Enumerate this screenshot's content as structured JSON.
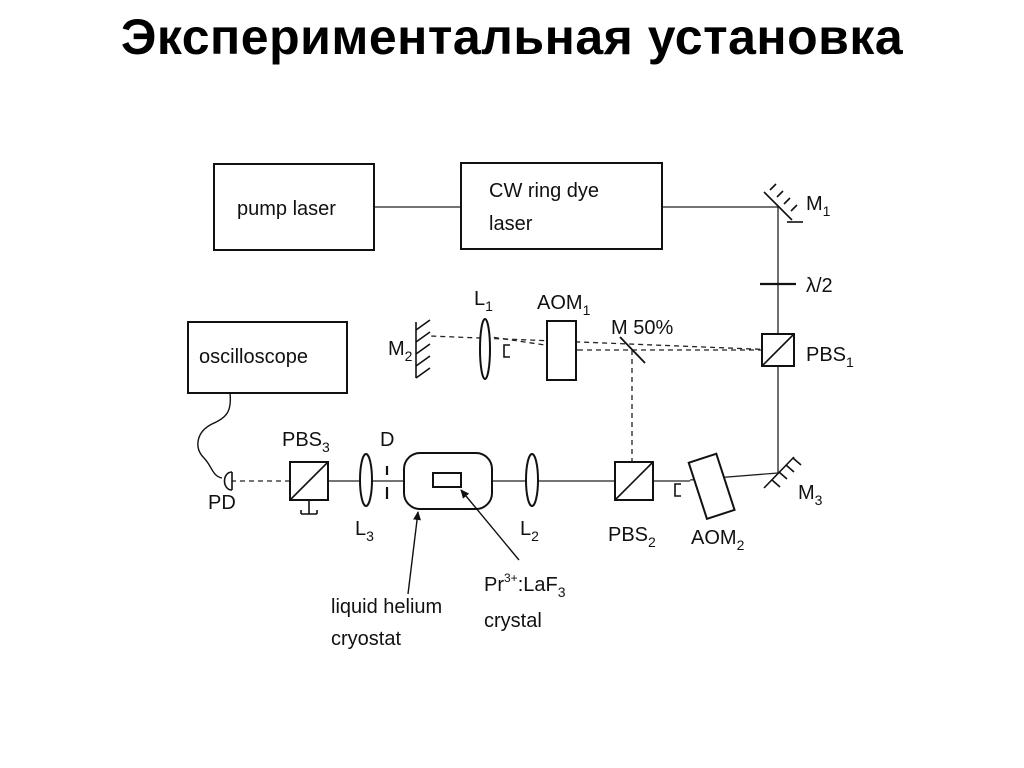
{
  "title": "Экспериментальная установка",
  "boxes": {
    "pump_laser": "pump laser",
    "dye_laser_line1": "CW ring dye",
    "dye_laser_line2": "laser",
    "oscilloscope": "oscilloscope"
  },
  "labels": {
    "M1": {
      "main": "M",
      "sub": "1"
    },
    "M2": {
      "main": "M",
      "sub": "2"
    },
    "M3": {
      "main": "M",
      "sub": "3"
    },
    "half_wave": "λ/2",
    "PBS1": {
      "main": "PBS",
      "sub": "1"
    },
    "PBS2": {
      "main": "PBS",
      "sub": "2"
    },
    "PBS3": {
      "main": "PBS",
      "sub": "3"
    },
    "L1": {
      "main": "L",
      "sub": "1"
    },
    "L2": {
      "main": "L",
      "sub": "2"
    },
    "L3": {
      "main": "L",
      "sub": "3"
    },
    "AOM1": {
      "main": "AOM",
      "sub": "1"
    },
    "AOM2": {
      "main": "AOM",
      "sub": "2"
    },
    "M50": "M 50%",
    "D": "D",
    "PD": "PD",
    "cryostat_line1": "liquid helium",
    "cryostat_line2": "cryostat",
    "crystal_pre": "Pr",
    "crystal_sup": "3+",
    "crystal_mid": ":LaF",
    "crystal_sub": "3",
    "crystal_line2": "crystal"
  }
}
